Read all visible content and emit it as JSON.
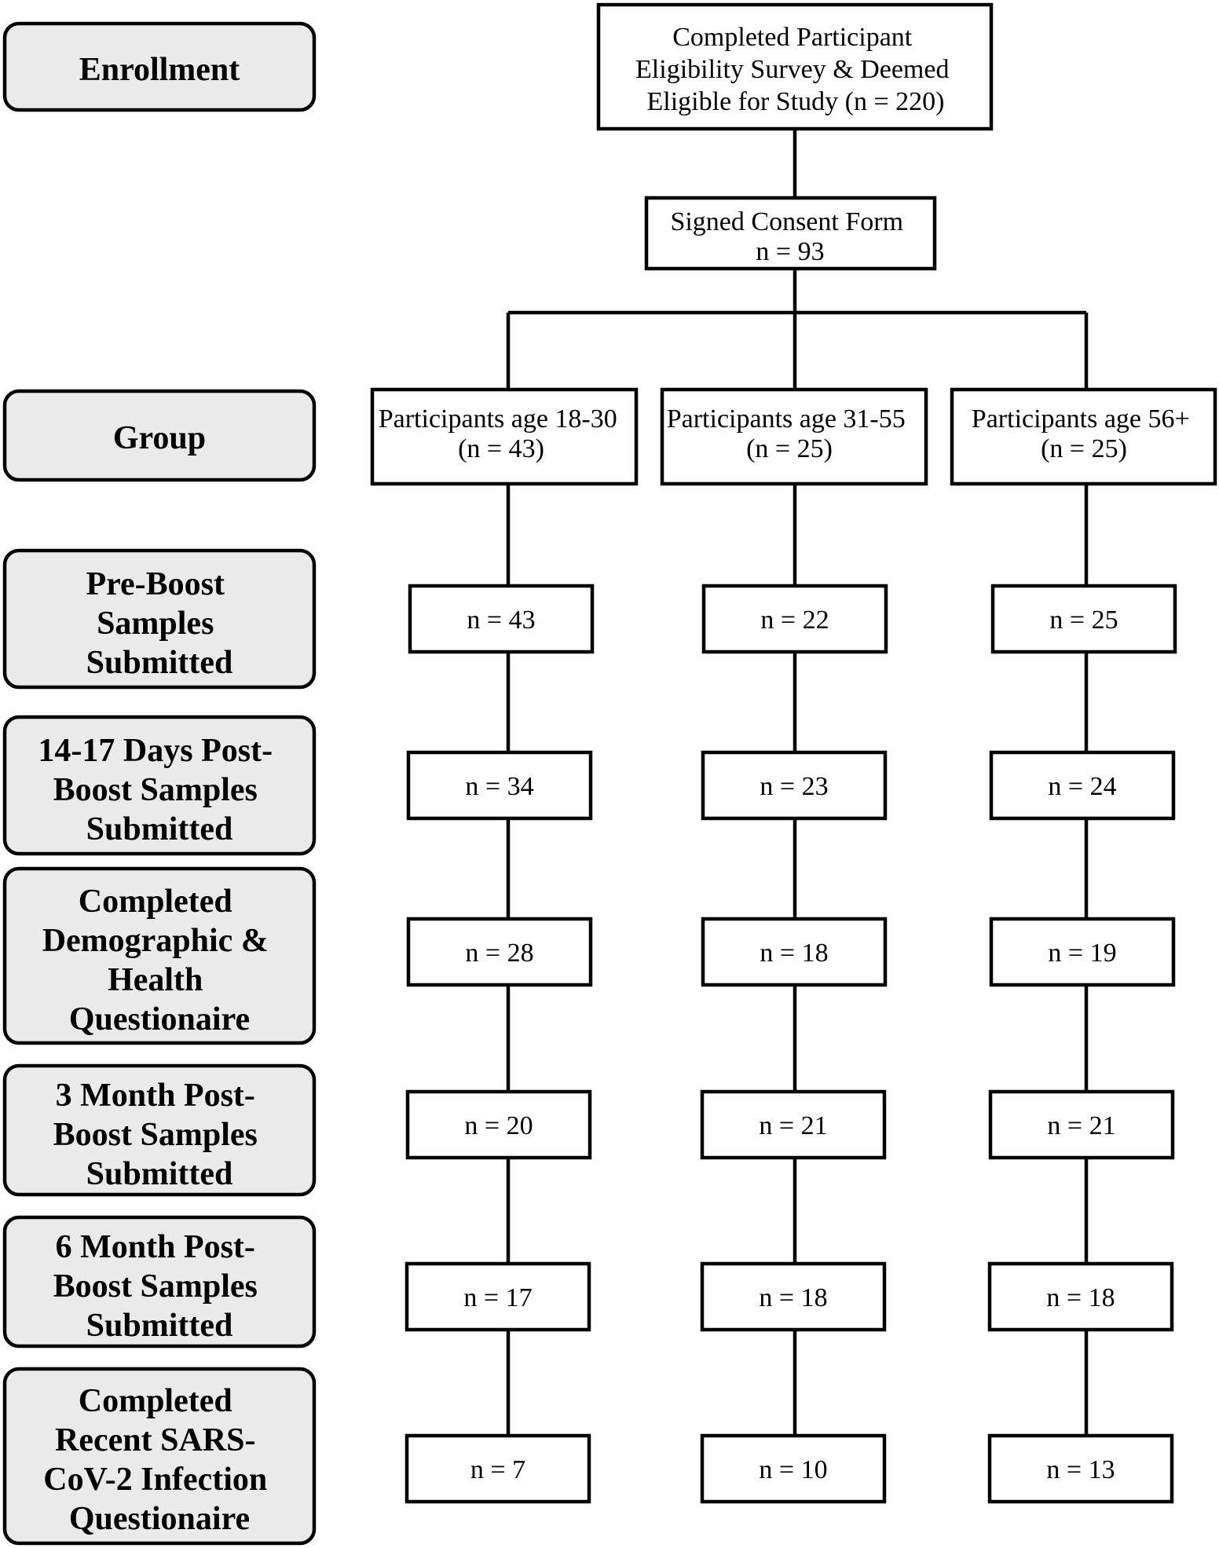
{
  "phases": {
    "enrollment": [
      "Enrollment"
    ],
    "group": [
      "Group"
    ],
    "pre_boost": [
      "Pre-Boost",
      "Samples",
      "Submitted"
    ],
    "post_14_17": [
      "14-17 Days Post-",
      "Boost Samples",
      "Submitted"
    ],
    "questionnaire": [
      "Completed",
      "Demographic &",
      "Health",
      "Questionaire"
    ],
    "month_3": [
      "3 Month Post-",
      "Boost Samples",
      "Submitted"
    ],
    "month_6": [
      "6 Month Post-",
      "Boost Samples",
      "Submitted"
    ],
    "infection": [
      "Completed",
      "Recent SARS-",
      "CoV-2 Infection",
      "Questionaire"
    ]
  },
  "eligibility": [
    "Completed Participant",
    "Eligibility Survey & Deemed",
    "Eligible for Study (n = 220)"
  ],
  "consent": [
    "Signed Consent Form",
    "n = 93"
  ],
  "groups": [
    {
      "label": [
        "Participants age 18-30",
        "(n = 43)"
      ],
      "counts": [
        "n = 43",
        "n = 34",
        "n = 28",
        "n = 20",
        "n = 17",
        "n = 7"
      ]
    },
    {
      "label": [
        "Participants age 31-55",
        "(n = 25)"
      ],
      "counts": [
        "n = 22",
        "n = 23",
        "n = 18",
        "n = 21",
        "n = 18",
        "n = 10"
      ]
    },
    {
      "label": [
        "Participants age 56+",
        "(n = 25)"
      ],
      "counts": [
        "n = 25",
        "n = 24",
        "n = 19",
        "n = 21",
        "n = 18",
        "n = 13"
      ]
    }
  ]
}
